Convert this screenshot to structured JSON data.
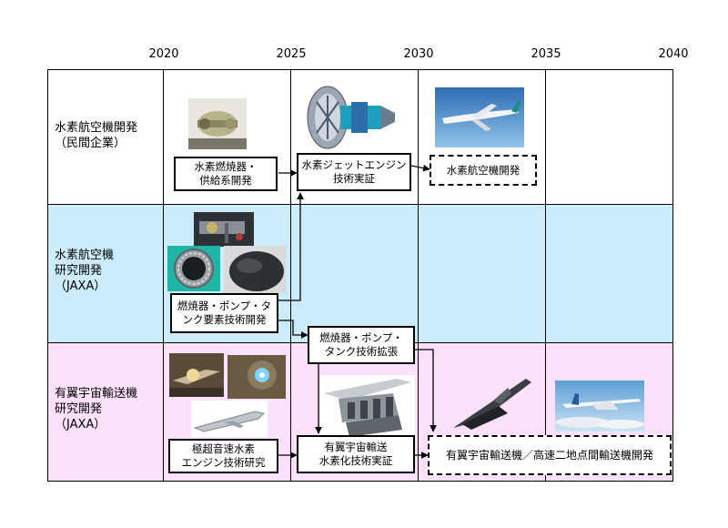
{
  "years": [
    "2020",
    "2025",
    "2030",
    "2035",
    "2040"
  ],
  "rows": [
    {
      "label": "水素航空機開発\n（民間企業）"
    },
    {
      "label": "水素航空機\n研究開発\n（JAXA）"
    },
    {
      "label": "有翼宇宙輸送機\n研究開発\n（JAXA）"
    }
  ],
  "colors": {
    "row_band_1": "#ffffff",
    "row_band_2": "#ccecfb",
    "row_band_3": "#fde0fa",
    "box_border": "#000000"
  },
  "boxes": {
    "burner_supply": "水素燃焼器・\n供給系開発",
    "jet_engine_demo": "水素ジェットエンジン\n技術実証",
    "aircraft_dev": "水素航空機開発",
    "component_tech": "燃焼器・ポンプ・タ\nンク要素技術開発",
    "tech_expansion": "燃焼器・ポンプ・\nタンク技術拡張",
    "hypersonic_engine": "極超音速水素\nエンジン技術研究",
    "winged_demo": "有翼宇宙輸送\n水素化技術実証",
    "winged_dev": "有翼宇宙輸送機／高速二地点間輸送機開発"
  },
  "images": [
    "engine-component-photo",
    "jet-engine-cutaway",
    "hydrogen-airliner",
    "lab-equipment-photo",
    "combustor-ring-photo",
    "composite-tank-photo",
    "hypersonic-test-photo-1",
    "hypersonic-test-photo-2",
    "hypersonic-vehicle-model",
    "cutaway-spaceplane-engine",
    "winged-spaceplane-render",
    "supersonic-transport-render"
  ]
}
